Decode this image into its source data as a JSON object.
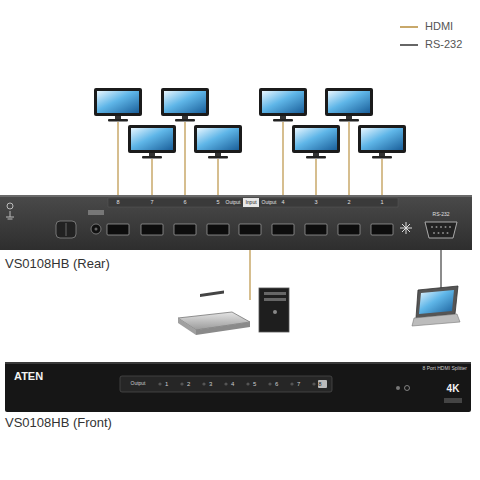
{
  "diagram": {
    "labels": [
      "8",
      "7",
      "6",
      "5",
      "Output",
      "Input",
      "Output",
      "4",
      "3",
      "2",
      "1",
      "RS-232",
      "VS0108HB (Rear)",
      "ATEN",
      "Output",
      "1",
      "2",
      "3",
      "4",
      "5",
      "6",
      "7",
      "8",
      "8 Port HDMI Splitter",
      "4K",
      "VS0108HB (Front)"
    ],
    "legend": [
      {
        "text": "HDMI"
      },
      {
        "text": "RS-232"
      }
    ]
  }
}
